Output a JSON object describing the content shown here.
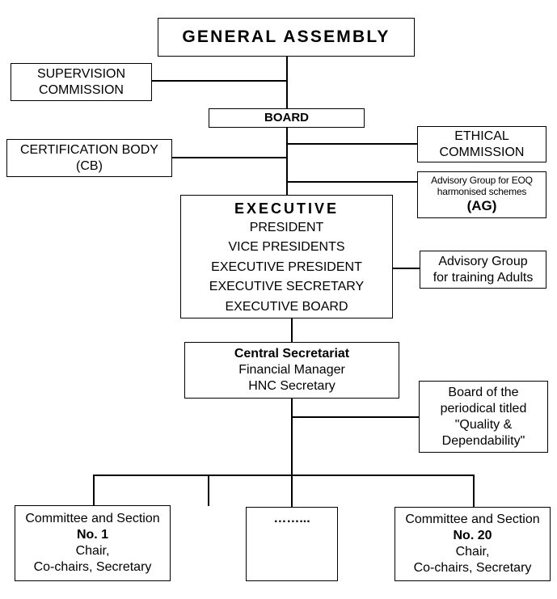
{
  "general_assembly": {
    "title": "GENERAL ASSEMBLY"
  },
  "supervision": {
    "line1": "SUPERVISION",
    "line2": "COMMISSION"
  },
  "board": {
    "title": "BOARD"
  },
  "certification": {
    "line1": "CERTIFICATION BODY",
    "line2": "(CB)"
  },
  "ethical": {
    "line1": "ETHICAL",
    "line2": "COMMISSION"
  },
  "advisory_eoq": {
    "line1": "Advisory Group for EOQ",
    "line2": "harmonised schemes",
    "abbr": "(AG)"
  },
  "executive": {
    "title": "EXECUTIVE",
    "roles": [
      "PRESIDENT",
      "VICE PRESIDENTS",
      "EXECUTIVE PRESIDENT",
      "EXECUTIVE SECRETARY",
      "EXECUTIVE BOARD"
    ]
  },
  "advisory_training": {
    "line1": "Advisory Group",
    "line2": "for training Adults"
  },
  "central_secretariat": {
    "title": "Central Secretariat",
    "line1": "Financial Manager",
    "line2": "HNC Secretary"
  },
  "periodical_board": {
    "line1": "Board of the",
    "line2": "periodical titled",
    "line3": "\"Quality &",
    "line4": "Dependability\""
  },
  "committee_1": {
    "line1": "Committee and Section",
    "number": "No. 1",
    "line2": "Chair,",
    "line3": "Co-chairs, Secretary"
  },
  "committee_ellipsis": {
    "text": "……..."
  },
  "committee_20": {
    "line1": "Committee and Section",
    "number": "No. 20",
    "line2": "Chair,",
    "line3": "Co-chairs, Secretary"
  }
}
